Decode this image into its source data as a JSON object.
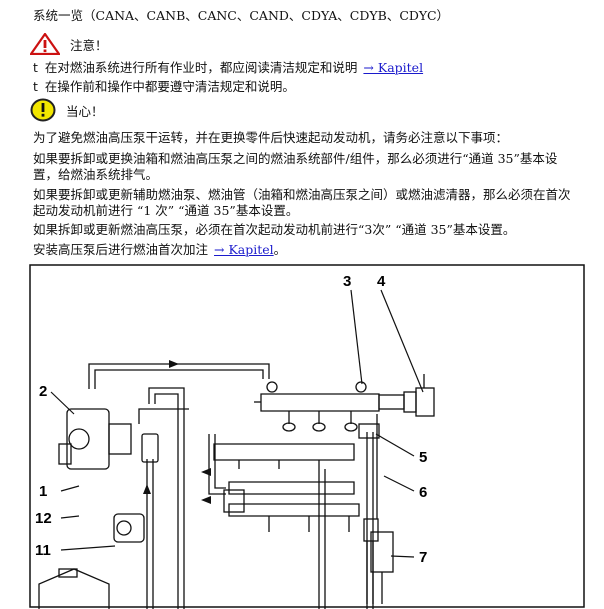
{
  "title": "系统一览（CANA、CANB、CANC、CAND、CDYA、CDYB、CDYC）",
  "warning": {
    "icon": "warning-triangle-icon",
    "heading": "注意！",
    "bullet": "t",
    "items": [
      {
        "text": "在对燃油系统进行所有作业时，都应阅读清洁规定和说明",
        "link": "→ Kapitel"
      },
      {
        "text": "在操作前和操作中都要遵守清洁规定和说明。"
      }
    ]
  },
  "caution": {
    "icon": "exclamation-circle-icon",
    "heading": "当心！",
    "intro": "为了避免燃油高压泵干运转，并在更换零件后快速起动发动机，请务必注意以下事项：",
    "p1": "如果要拆卸或更换油箱和燃油高压泵之间的燃油系统部件/组件，那么必须进行“通道 35”基本设置，给燃油系统排气。",
    "p2": "如果要拆卸或更新辅助燃油泵、燃油管（油箱和燃油高压泵之间）或燃油滤清器，那么必须在首次起动发动机前进行 “1 次” “通道 35”基本设置。",
    "p3": "如果拆卸或更新燃油高压泵，必须在首次起动发动机前进行“3次” “通道 35”基本设置。",
    "p4": "安装高压泵后进行燃油首次加注",
    "p4_link": "→ Kapitel",
    "p4_end": "。"
  },
  "diagram": {
    "callouts": [
      "1",
      "2",
      "3",
      "4",
      "5",
      "6",
      "7",
      "11",
      "12"
    ]
  },
  "colors": {
    "link": "#1a1acc",
    "warning_fill": "#cc1111",
    "caution_fill": "#f2e600"
  }
}
